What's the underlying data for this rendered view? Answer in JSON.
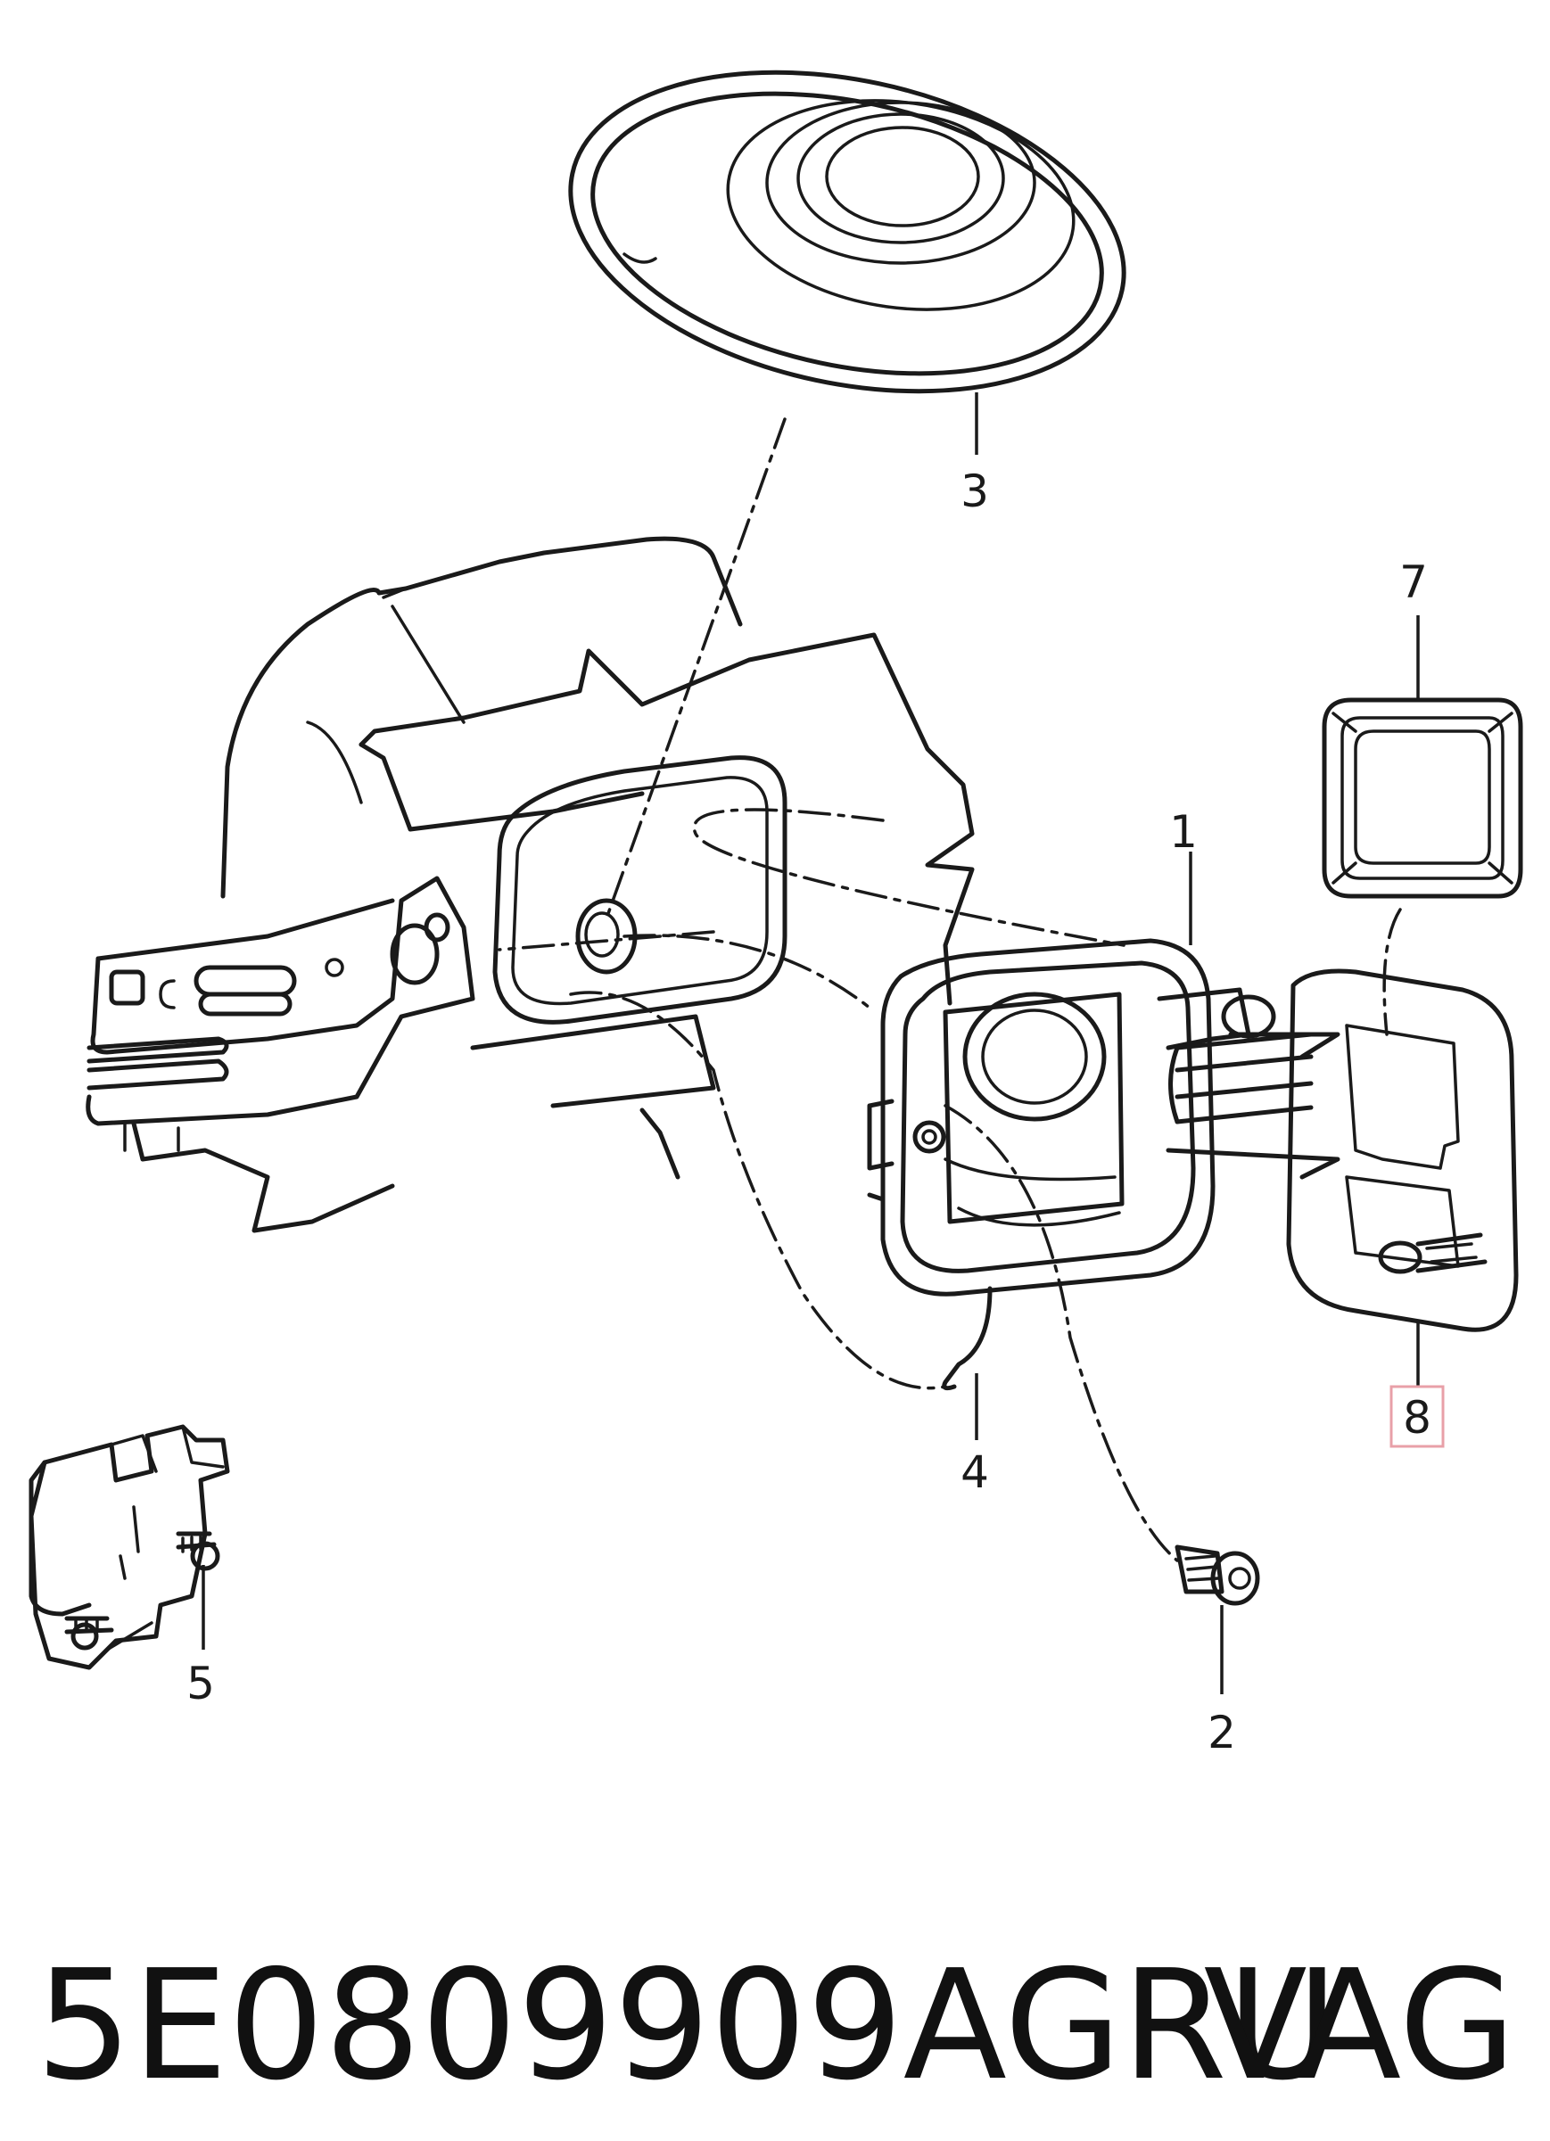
{
  "diagram": {
    "callouts": {
      "c1": "1",
      "c2": "2",
      "c3": "3",
      "c4": "4",
      "c5": "5",
      "c7": "7",
      "c8": "8"
    },
    "highlighted_callout": "8",
    "highlight_color": "#e8a0a8"
  },
  "footer": {
    "part_number": "5E0809909AGRU",
    "brand": "VAG"
  }
}
